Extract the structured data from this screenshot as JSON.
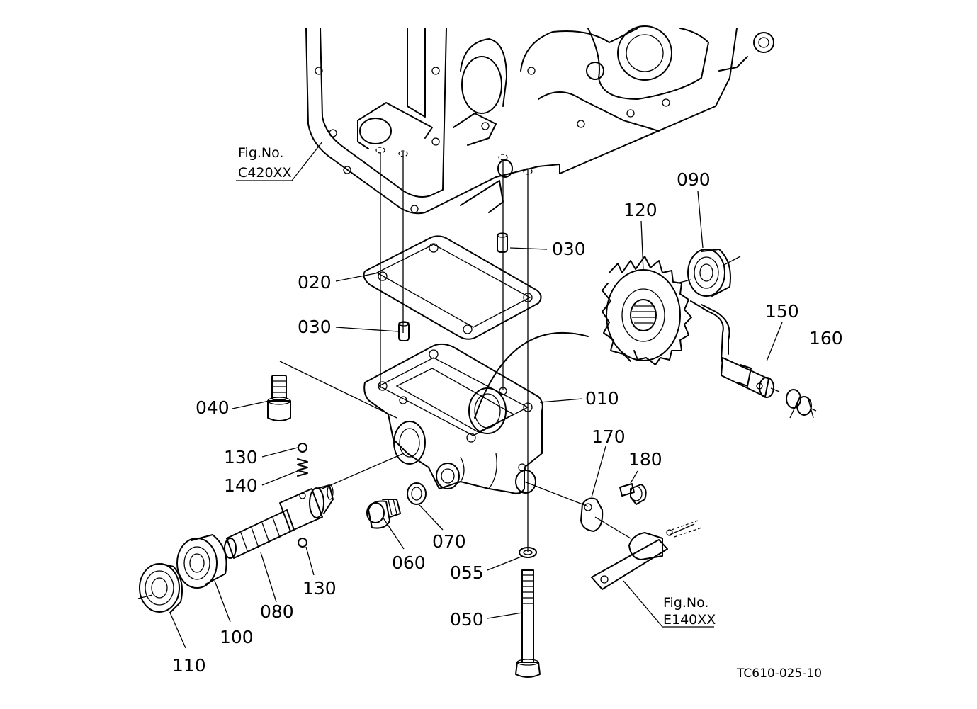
{
  "drawing_code": "TC610-025-10",
  "fig_refs": [
    {
      "id": "c420",
      "line1": "Fig.No.",
      "line2": "C420XX"
    },
    {
      "id": "e140",
      "line1": "Fig.No.",
      "line2": "E140XX"
    }
  ],
  "part_labels": {
    "p010": "010",
    "p020": "020",
    "p030a": "030",
    "p030b": "030",
    "p040": "040",
    "p050": "050",
    "p055": "055",
    "p060": "060",
    "p070": "070",
    "p080": "080",
    "p090": "090",
    "p100": "100",
    "p110": "110",
    "p120": "120",
    "p130a": "130",
    "p130b": "130",
    "p140": "140",
    "p150": "150",
    "p160": "160",
    "p170": "170",
    "p180": "180"
  }
}
